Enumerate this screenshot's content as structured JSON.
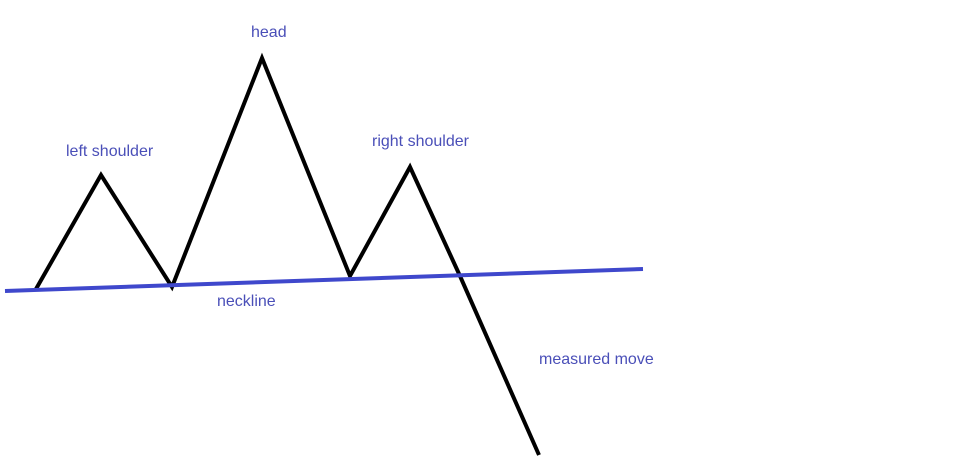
{
  "labels": {
    "head": "head",
    "left_shoulder": "left shoulder",
    "right_shoulder": "right shoulder",
    "neckline": "neckline",
    "measured_move": "measured move"
  },
  "colors": {
    "price_line": "#000000",
    "neckline": "#3f48cc",
    "label_text": "#4a4fb8",
    "background": "#ffffff"
  }
}
